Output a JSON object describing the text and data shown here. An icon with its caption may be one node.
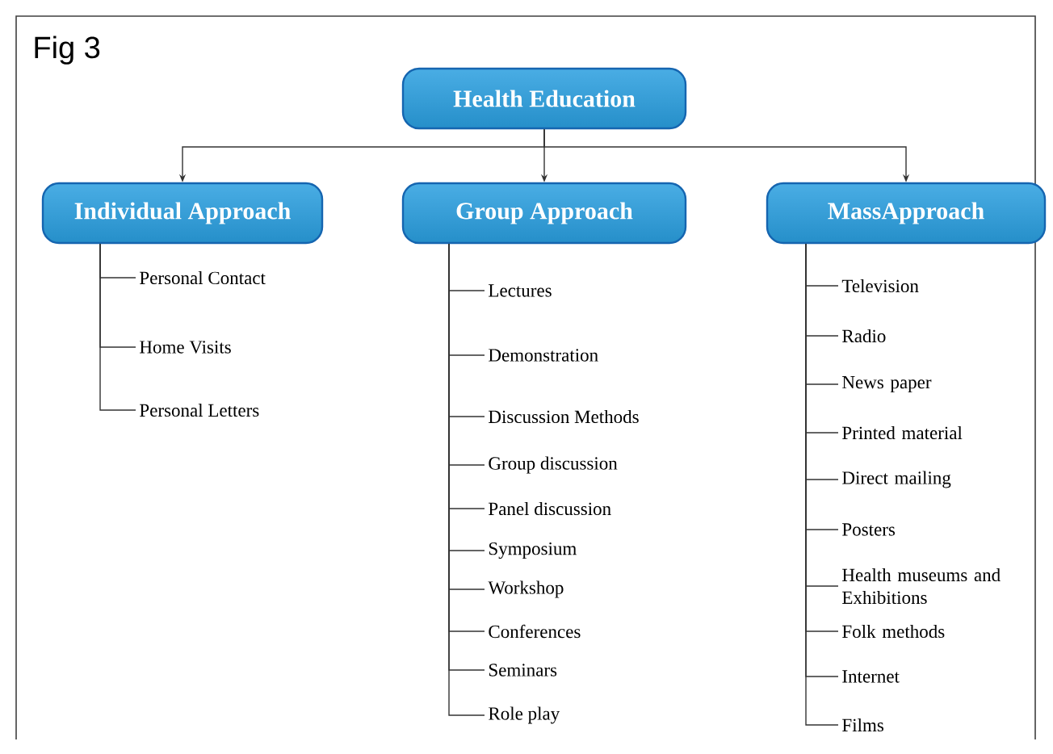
{
  "diagram": {
    "title": "Fig 3",
    "nodes": [
      {
        "text": [
          "Health Education"
        ]
      },
      {
        "text": [
          "Individual Approach"
        ]
      },
      {
        "text": [
          "Group Approach"
        ]
      },
      {
        "text": [
          "MassApproach"
        ]
      },
      {
        "text": [
          "Personal Contact"
        ]
      },
      {
        "text": [
          "Home Visits"
        ]
      },
      {
        "text": [
          "Personal Letters"
        ]
      },
      {
        "text": [
          "Lectures"
        ]
      },
      {
        "text": [
          "Demonstration"
        ]
      },
      {
        "text": [
          "Discussion Methods"
        ]
      },
      {
        "text": [
          "Group discussion"
        ]
      },
      {
        "text": [
          "Panel discussion"
        ]
      },
      {
        "text": [
          "Symposium"
        ]
      },
      {
        "text": [
          "Workshop"
        ]
      },
      {
        "text": [
          "Conferences"
        ]
      },
      {
        "text": [
          "Seminars"
        ]
      },
      {
        "text": [
          "Role play"
        ]
      },
      {
        "text": [
          "Television"
        ]
      },
      {
        "text": [
          "Radio"
        ]
      },
      {
        "text": [
          "News paper"
        ]
      },
      {
        "text": [
          "Printed material"
        ]
      },
      {
        "text": [
          "Direct mailing"
        ]
      },
      {
        "text": [
          "Posters"
        ]
      },
      {
        "text": [
          "Health museums and Exhibitions"
        ]
      },
      {
        "text": [
          "Folk methods"
        ]
      },
      {
        "text": [
          "Internet"
        ]
      },
      {
        "text": [
          "Films"
        ]
      }
    ],
    "edges": [
      {
        "from": 0,
        "to": 1,
        "arrow": "to"
      },
      {
        "from": 0,
        "to": 2,
        "arrow": "to"
      },
      {
        "from": 0,
        "to": 3,
        "arrow": "to"
      },
      {
        "from": 1,
        "to": 4,
        "arrow": "none"
      },
      {
        "from": 1,
        "to": 5,
        "arrow": "none"
      },
      {
        "from": 1,
        "to": 6,
        "arrow": "none"
      },
      {
        "from": 2,
        "to": 7,
        "arrow": "none"
      },
      {
        "from": 2,
        "to": 8,
        "arrow": "none"
      },
      {
        "from": 2,
        "to": 9,
        "arrow": "none"
      },
      {
        "from": 2,
        "to": 10,
        "arrow": "none"
      },
      {
        "from": 2,
        "to": 11,
        "arrow": "none"
      },
      {
        "from": 2,
        "to": 12,
        "arrow": "none"
      },
      {
        "from": 2,
        "to": 13,
        "arrow": "none"
      },
      {
        "from": 2,
        "to": 14,
        "arrow": "none"
      },
      {
        "from": 2,
        "to": 15,
        "arrow": "none"
      },
      {
        "from": 2,
        "to": 16,
        "arrow": "none"
      },
      {
        "from": 3,
        "to": 17,
        "arrow": "none"
      },
      {
        "from": 3,
        "to": 18,
        "arrow": "none"
      },
      {
        "from": 3,
        "to": 19,
        "arrow": "none"
      },
      {
        "from": 3,
        "to": 20,
        "arrow": "none"
      },
      {
        "from": 3,
        "to": 21,
        "arrow": "none"
      },
      {
        "from": 3,
        "to": 22,
        "arrow": "none"
      },
      {
        "from": 3,
        "to": 23,
        "arrow": "none"
      },
      {
        "from": 3,
        "to": 24,
        "arrow": "none"
      },
      {
        "from": 3,
        "to": 25,
        "arrow": "none"
      },
      {
        "from": 3,
        "to": 26,
        "arrow": "none"
      }
    ]
  }
}
